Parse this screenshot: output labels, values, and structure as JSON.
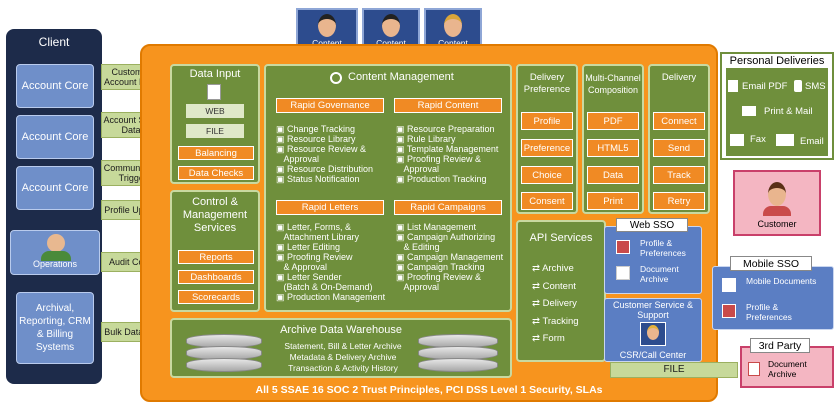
{
  "client": {
    "title": "Client",
    "boxes": [
      "Account Core",
      "Account Core",
      "Account Core"
    ],
    "operations": "Operations",
    "archival": "Archival, Reporting, CRM & Billing Systems"
  },
  "arrows": {
    "customer_account_data": "Customer Account Data",
    "account_sync_data": "Account Sync Data",
    "communication_triggers": "Communication Triggers",
    "profile_updates": "Profile Updates",
    "audit_control": "Audit Control",
    "bulk_data_sync": "Bulk Data Sync",
    "file": "FILE"
  },
  "personas": [
    "Content Administrator",
    "Content Viewer",
    "Content Auditor"
  ],
  "data_input": {
    "title": "Data Input",
    "web": "WEB",
    "file": "FILE",
    "balancing": "Balancing",
    "data_checks": "Data Checks"
  },
  "control": {
    "title": "Control & Management Services",
    "reports": "Reports",
    "dashboards": "Dashboards",
    "scorecards": "Scorecards"
  },
  "content_mgmt": {
    "title": "Content Management",
    "rapid_governance": "Rapid Governance",
    "rapid_content": "Rapid Content",
    "rapid_letters": "Rapid Letters",
    "rapid_campaigns": "Rapid Campaigns",
    "governance_items": [
      "Change Tracking",
      "Resource Library",
      "Resource Review &",
      "Approval",
      "Resource Distribution",
      "Status Notification"
    ],
    "content_items": [
      "Resource Preparation",
      "Rule Library",
      "Template Management",
      "Proofing Review &",
      "Approval",
      "Production Tracking"
    ],
    "letters_items": [
      "Letter, Forms, &",
      "Attachment Library",
      "Letter Editing",
      "Proofing Review",
      "& Approval",
      "Letter Sender",
      "(Batch & On-Demand)",
      "Production Management"
    ],
    "campaigns_items": [
      "List Management",
      "Campaign Authorizing",
      "& Editing",
      "Campaign Management",
      "Campaign Tracking",
      "Proofing Review &",
      "Approval"
    ]
  },
  "delivery_pref": {
    "title": "Delivery Preference",
    "items": [
      "Profile",
      "Preference",
      "Choice",
      "Consent"
    ]
  },
  "multichannel": {
    "title": "Multi-Channel Composition",
    "items": [
      "PDF",
      "HTML5",
      "Data",
      "Print"
    ]
  },
  "delivery": {
    "title": "Delivery",
    "items": [
      "Connect",
      "Send",
      "Track",
      "Retry"
    ]
  },
  "api": {
    "title": "API Services",
    "items": [
      "Archive",
      "Content",
      "Delivery",
      "Tracking",
      "Form"
    ]
  },
  "web_sso": {
    "title": "Web SSO",
    "items": [
      "Profile & Preferences",
      "Document Archive"
    ]
  },
  "customer_service": {
    "title": "Customer Service & Support",
    "csr": "CSR/Call Center"
  },
  "archive_dw": {
    "title": "Archive Data Warehouse",
    "lines": [
      "Statement, Bill & Letter Archive",
      "Metadata & Delivery Archive",
      "Transaction & Activity History"
    ]
  },
  "footer": "All 5 SSAE 16 SOC 2 Trust Principles, PCI DSS Level 1 Security, SLAs",
  "personal": {
    "title": "Personal Deliveries",
    "items": [
      "Email PDF",
      "SMS",
      "Print & Mail",
      "Fax",
      "Email"
    ]
  },
  "customer": "Customer",
  "mobile_sso": {
    "title": "Mobile SSO",
    "items": [
      "Mobile Documents",
      "Profile & Preferences"
    ]
  },
  "third_party": {
    "title": "3rd Party",
    "item": "Document Archive"
  }
}
